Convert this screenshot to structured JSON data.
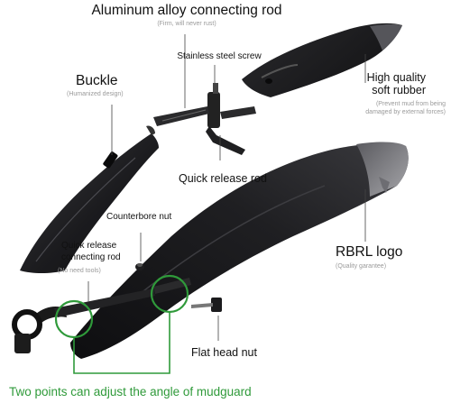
{
  "labels": {
    "rod_title": "Aluminum alloy connecting rod",
    "rod_note": "(Firm, will never rust)",
    "screw": "Stainless steel screw",
    "buckle_title": "Buckle",
    "buckle_note": "(Humanized design)",
    "rubber_line1": "High quality",
    "rubber_line2": "soft rubber",
    "rubber_note1": "(Prevent mud from being",
    "rubber_note2": "damaged by external forces)",
    "quick_rod": "Quick release rod",
    "counterbore": "Counterbore nut",
    "qr_line1": "Quick release",
    "qr_line2": "connecting rod",
    "qr_note": "(No need tools)",
    "logo_title": "RBRL logo",
    "logo_note": "(Quality garantee)",
    "flat_nut": "Flat head nut",
    "caption": "Two points can adjust the angle of mudguard"
  },
  "colors": {
    "fender_dark": "#1a1a1c",
    "fender_light": "#3c3c40",
    "rubber_grey": "#8c8c90",
    "highlight_green": "#2f9a3a",
    "caption_green": "#2f9a3a"
  }
}
